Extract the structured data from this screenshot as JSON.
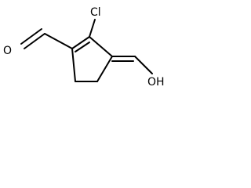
{
  "molecule": {
    "atoms": {
      "cl": "Cl",
      "o_aldehyde": "O",
      "oh": "OH"
    }
  }
}
